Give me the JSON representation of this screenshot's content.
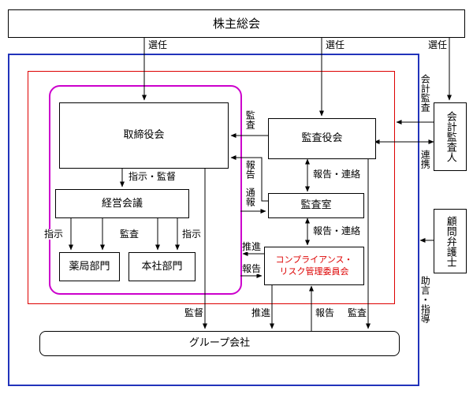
{
  "diagram": {
    "boxes": {
      "shareholders": "株主総会",
      "board": "取締役会",
      "kansayakukai": "監査役会",
      "accounting_auditor": "会計監査人",
      "keiei_kaigi": "経営会議",
      "kansashitsu": "監査室",
      "yakkyoku": "薬局部門",
      "honsha": "本社部門",
      "compliance1": "コンプライアンス・",
      "compliance2": "リスク管理委員会",
      "lawyer": "顧問弁護士",
      "group": "グループ会社"
    },
    "labels": {
      "sennin": "選任",
      "kansa": "監査",
      "houkoku": "報告",
      "shiji": "指示",
      "shiji_kantoku": "指示・監督",
      "houkoku_renraku": "報告・連絡",
      "tsuho": "通報",
      "suishin": "推進",
      "kantoku": "監督",
      "kaikei_kansa": "会計監査",
      "renkei": "連携",
      "jogen_shido": "助言・指導"
    },
    "colors": {
      "frame_blue": "#2233bb",
      "frame_red": "#dd0000",
      "frame_magenta": "#cc00cc",
      "committee_text": "#dd0000",
      "line": "#000000"
    }
  }
}
